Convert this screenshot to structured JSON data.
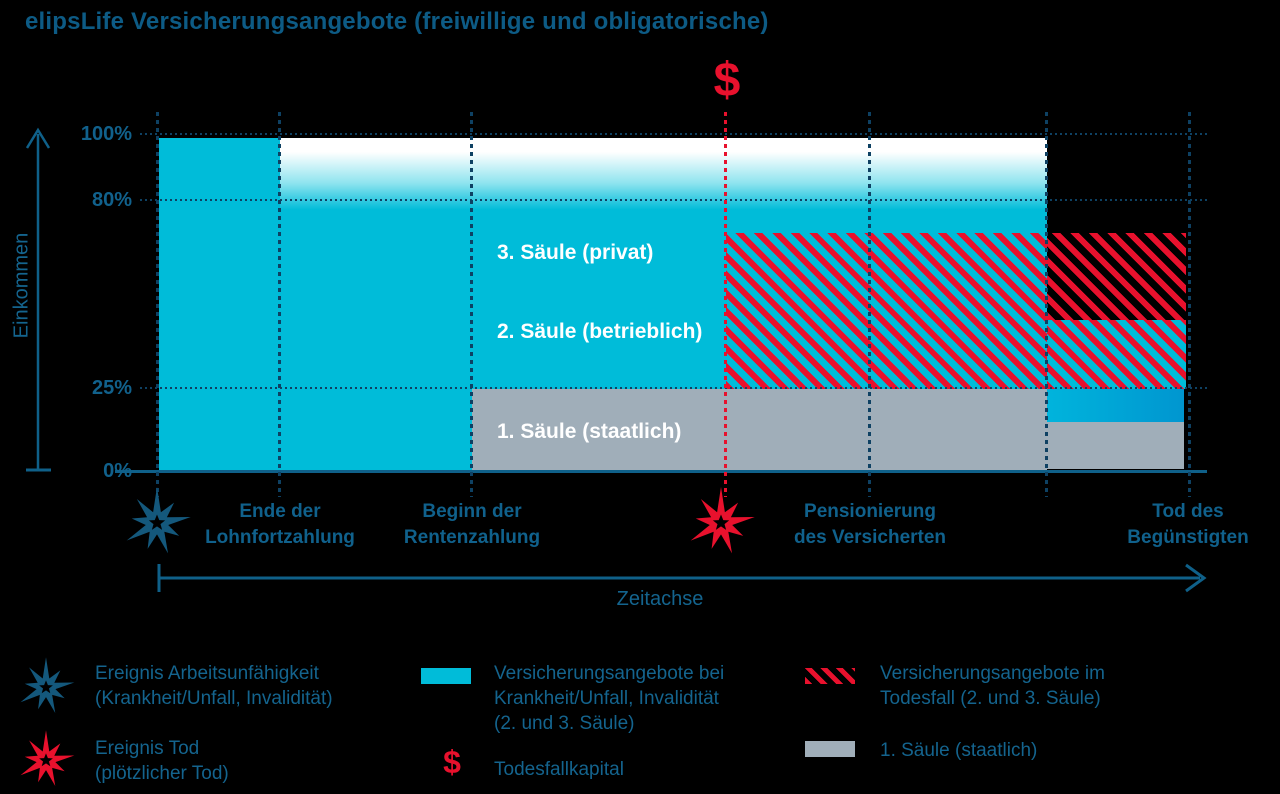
{
  "title": "elipsLife Versicherungsangebote (freiwillige und obligatorische)",
  "colors": {
    "cyan": "#00bcd9",
    "red": "#e8112d",
    "gray": "#a0aeb9",
    "teal_text": "#14648e",
    "grid_dots": "#0e4163",
    "blue_bar_gradient": [
      "#00b4dc",
      "#0096d0"
    ]
  },
  "y_axis": {
    "label": "Einkommen",
    "ticks": [
      "100%",
      "80%",
      "25%",
      "0%"
    ]
  },
  "x_axis": {
    "label": "Zeitachse"
  },
  "dollar_symbol": "$",
  "events": [
    {
      "line1": "Ende der",
      "line2": "Lohnfortzahlung"
    },
    {
      "line1": "Beginn der",
      "line2": "Rentenzahlung"
    },
    {
      "line1": "Pensionierung",
      "line2": "des Versicherten"
    },
    {
      "line1": "Tod des",
      "line2": "Begünstigten"
    }
  ],
  "area_labels": {
    "pillar3": "3. Säule (privat)",
    "pillar2": "2. Säule (betrieblich)",
    "pillar1": "1. Säule (staatlich)"
  },
  "legend": {
    "event_disability": {
      "line1": "Ereignis Arbeitsunfähigkeit",
      "line2": "(Krankheit/Unfall, Invalidität)"
    },
    "event_death": {
      "line1": "Ereignis Tod",
      "line2": "(plötzlicher Tod)"
    },
    "offer_sickness": {
      "line1": "Versicherungsangebote bei",
      "line2": "Krankheit/Unfall, Invalidität",
      "line3": "(2. und 3. Säule)"
    },
    "death_capital": {
      "symbol": "$",
      "label": "Todesfallkapital"
    },
    "offer_death": {
      "line1": "Versicherungsangebote im",
      "line2": "Todesfall (2. und 3. Säule)"
    },
    "pillar1": {
      "label": "1. Säule (staatlich)"
    }
  },
  "chart_data": {
    "type": "area",
    "title": "elipsLife Versicherungsangebote (freiwillige und obligatorische)",
    "xlabel": "Zeitachse",
    "ylabel": "Einkommen",
    "ylim": [
      0,
      100
    ],
    "y_ticks_percent": [
      0,
      25,
      80,
      100
    ],
    "x_events_in_order": [
      "Ereignis Arbeitsunfähigkeit",
      "Ende der Lohnfortzahlung",
      "Beginn der Rentenzahlung",
      "Ereignis Tod / Todesfallkapital ($)",
      "Pensionierung des Versicherten",
      "(unbeschriftete Ereignislinie)",
      "Tod des Begünstigten"
    ],
    "regions": [
      {
        "name": "Einkommen / Versicherungsangebote bei Krankheit/Unfall, Invalidität",
        "fill": "solid-cyan",
        "x_from": "Ereignis Arbeitsunfähigkeit",
        "x_to": "Ende der Lohnfortzahlung",
        "y_percent": [
          0,
          100
        ]
      },
      {
        "name": "Versicherungsangebote bei Krankheit/Unfall, Invalidität (2. und 3. Säule): 3. Säule (privat) + 2. Säule (betrieblich)",
        "fill": "cyan-with-white-fade-80-to-100",
        "x_from": "Ende der Lohnfortzahlung",
        "x_to": "(unbeschriftete Ereignislinie)",
        "y_percent": [
          0,
          100
        ]
      },
      {
        "name": "1. Säule (staatlich)",
        "fill": "gray",
        "x_from": "Beginn der Rentenzahlung",
        "x_to": "(unbeschriftete Ereignislinie)",
        "y_percent": [
          0,
          25
        ]
      },
      {
        "name": "Versicherungsangebote im Todesfall (2. und 3. Säule)",
        "fill": "red-hatch-on-cyan",
        "x_from": "Ereignis Tod / Todesfallkapital ($)",
        "x_to": "(unbeschriftete Ereignislinie)",
        "y_percent": [
          25,
          70
        ]
      },
      {
        "name": "Versicherungsangebote im Todesfall (2. und 3. Säule)",
        "fill": "red-hatch-on-black",
        "x_from": "(unbeschriftete Ereignislinie)",
        "x_to": "Tod des Begünstigten",
        "y_percent": [
          45,
          70
        ]
      },
      {
        "name": "Versicherungsangebote im Todesfall (2. und 3. Säule)",
        "fill": "red-hatch-on-cyan",
        "x_from": "(unbeschriftete Ereignislinie)",
        "x_to": "Tod des Begünstigten",
        "y_percent": [
          25,
          45
        ]
      },
      {
        "name": "Versicherungsangebot (blauer Balken)",
        "fill": "blue-gradient",
        "x_from": "(unbeschriftete Ereignislinie)",
        "x_to": "Tod des Begünstigten",
        "y_percent": [
          15,
          25
        ]
      },
      {
        "name": "1. Säule (staatlich), reduziert",
        "fill": "gray",
        "x_from": "(unbeschriftete Ereignislinie)",
        "x_to": "Tod des Begünstigten",
        "y_percent": [
          0,
          15
        ]
      }
    ],
    "legend_position": "bottom",
    "grid": "dotted event and percent guide lines"
  }
}
